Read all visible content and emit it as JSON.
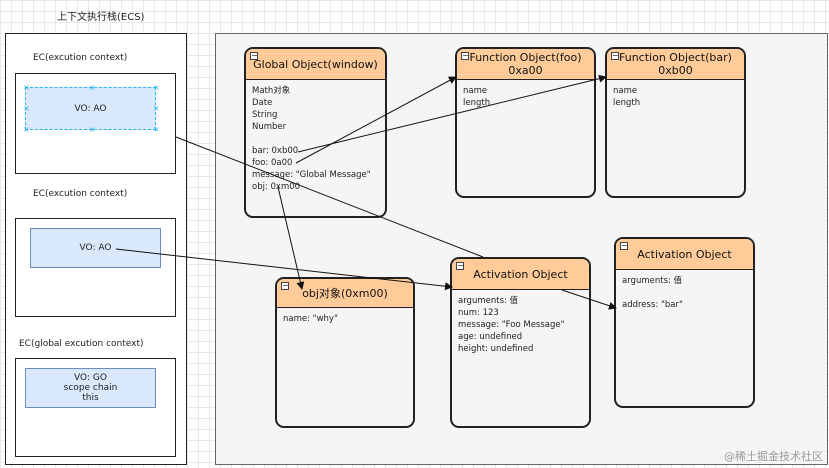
{
  "stack": {
    "title": "上下文执行栈(ECS)",
    "contexts": [
      {
        "label": "EC(excution context)",
        "vo": [
          "VO: AO"
        ]
      },
      {
        "label": "EC(excution context)",
        "vo": [
          "VO: AO"
        ]
      },
      {
        "label": "EC(global excution context)",
        "vo": [
          "VO: GO",
          "scope chain",
          "this"
        ]
      }
    ]
  },
  "objects": {
    "global": {
      "title": "Global Object(window)",
      "lines": [
        "Math对象",
        "Date",
        "String",
        "Number",
        "",
        "bar: 0xb00",
        "foo: 0a00",
        "message: \"Global Message\"",
        "obj: 0xm00"
      ]
    },
    "foo": {
      "title": [
        "Function Object(foo)",
        "0xa00"
      ],
      "lines": [
        "name",
        "length"
      ]
    },
    "bar": {
      "title": [
        "Function Object(bar)",
        "0xb00"
      ],
      "lines": [
        "name",
        "length"
      ]
    },
    "obj": {
      "title": "obj对象(0xm00)",
      "lines": [
        "name: \"why\""
      ]
    },
    "activation1": {
      "title": "Activation Object",
      "lines": [
        "arguments: 值",
        "num: 123",
        "message: \"Foo Message\"",
        "age: undefined",
        "height: undefined"
      ]
    },
    "activation2": {
      "title": "Activation Object",
      "lines": [
        "arguments: 值",
        "",
        "address: \"bar\""
      ]
    }
  },
  "watermark": "@稀土掘金技术社区"
}
